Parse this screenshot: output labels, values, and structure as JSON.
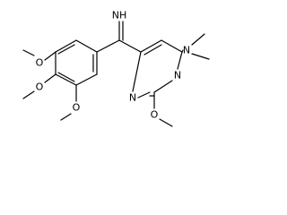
{
  "colors": {
    "bond": "#000000",
    "atom_label": "#000000",
    "background": "#ffffff"
  },
  "atoms": {
    "imine": "NH",
    "ring_n_upper": "N",
    "ring_n_lower": "N",
    "amine_n": "N",
    "o_methoxy_pyrimidine": "O",
    "o_methoxy_top": "O",
    "o_methoxy_middle": "O",
    "o_methoxy_bottom": "O"
  }
}
